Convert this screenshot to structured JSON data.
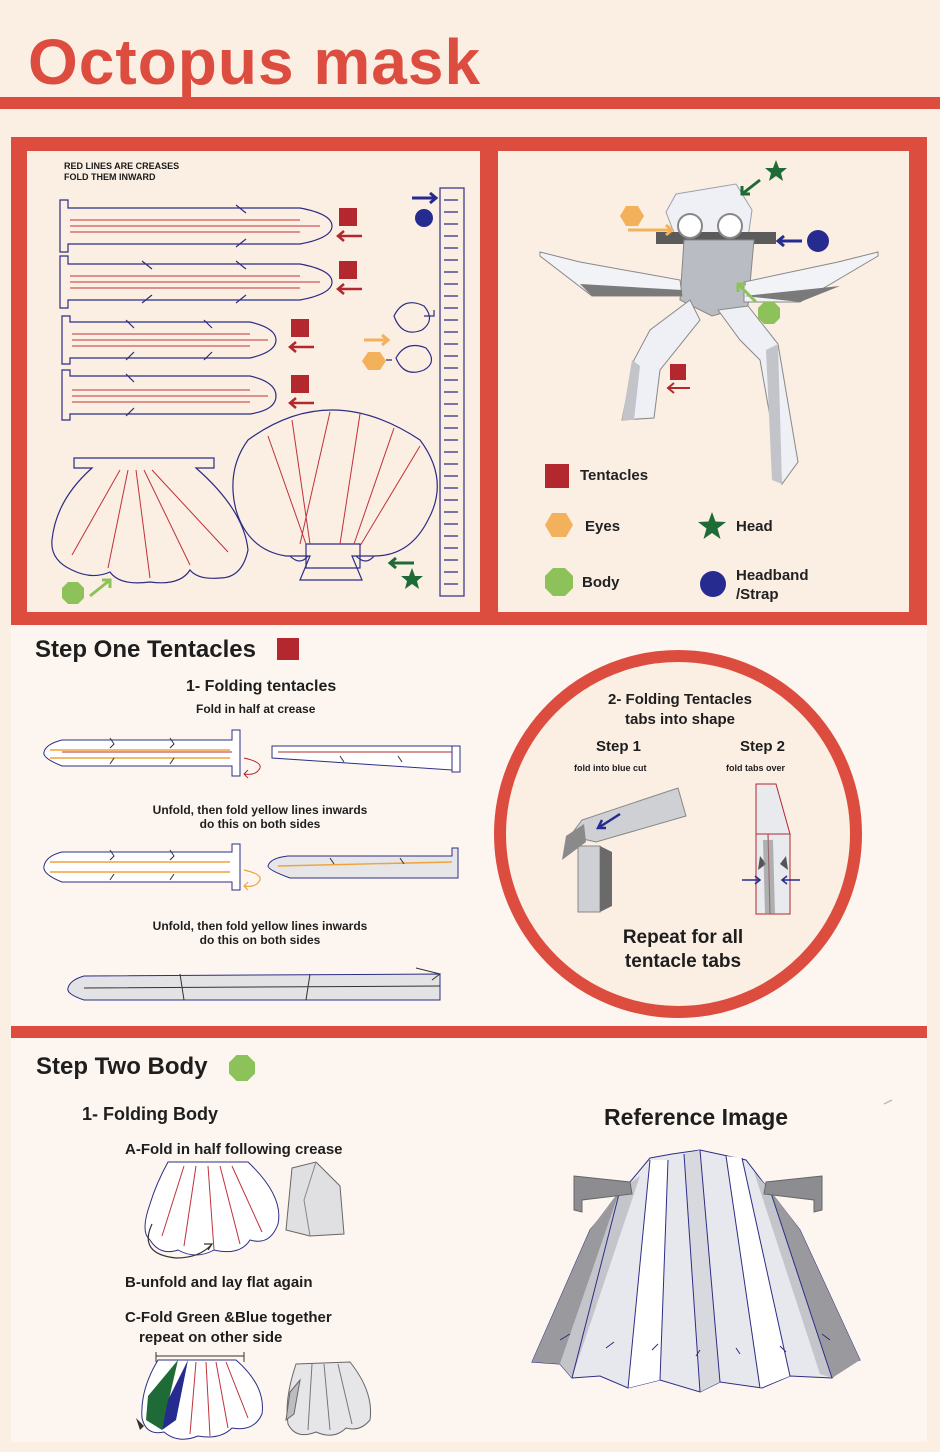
{
  "title": "Octopus mask",
  "template_note": [
    "RED LINES ARE CREASES",
    "FOLD THEM INWARD"
  ],
  "legend": {
    "tentacles": "Tentacles",
    "eyes": "Eyes",
    "head": "Head",
    "body": "Body",
    "headband": [
      "Headband",
      "/Strap"
    ]
  },
  "colors": {
    "accent": "#dc4d40",
    "tentacles": "#b3282f",
    "eyes": "#f2b15a",
    "head": "#1f6b37",
    "body": "#8dc25a",
    "headband": "#262b8f",
    "line_blue": "#2d2d86",
    "line_red": "#c0323a",
    "line_yellow": "#f0a23a"
  },
  "icons": {
    "tentacles": "red-square-icon",
    "eyes": "orange-hexagon-icon",
    "head": "green-star-icon",
    "body": "green-octagon-icon",
    "headband": "blue-circle-icon"
  },
  "step_one": {
    "heading": "Step One Tentacles",
    "sub1": "1- Folding tentacles",
    "sub1_note": "Fold in half at crease",
    "note2": [
      "Unfold, then fold yellow lines inwards",
      "do this on both sides"
    ],
    "note3": [
      "Unfold, then fold yellow lines inwards",
      "do this on both sides"
    ],
    "circle": {
      "heading": [
        "2- Folding Tentacles",
        "tabs into shape"
      ],
      "step1": "Step 1",
      "step1_note": "fold into blue cut",
      "step2": "Step 2",
      "step2_note": "fold tabs over",
      "repeat": [
        "Repeat for all",
        "tentacle tabs"
      ]
    }
  },
  "step_two": {
    "heading": "Step Two Body",
    "sub1": "1- Folding Body",
    "a": "A-Fold in half following crease",
    "b": "B-unfold and lay flat again",
    "c": [
      "C-Fold Green &Blue together",
      "repeat on other side"
    ],
    "reference": "Reference Image"
  }
}
